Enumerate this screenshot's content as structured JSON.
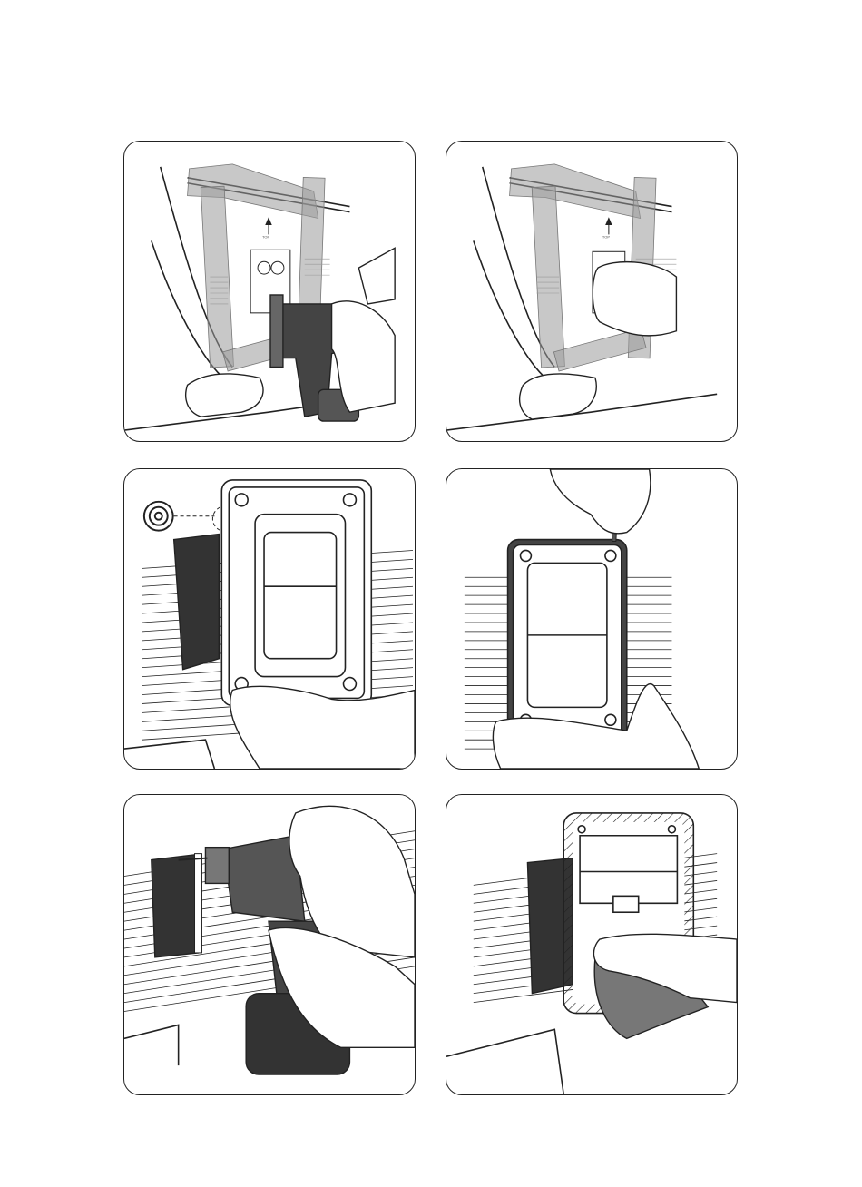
{
  "document": {
    "type": "installation-instructions",
    "page_colors": {
      "line": "#222222",
      "tape": "#9a9a9a",
      "dark_fill": "#333333",
      "paper": "#ffffff"
    },
    "panels": [
      {
        "id": "step-1",
        "tape_label": "TOP",
        "marks": [
          "",
          ""
        ],
        "icons": [
          "masking-tape-icon",
          "jigsaw-icon",
          "hand-icon"
        ]
      },
      {
        "id": "step-2",
        "tape_label": "TOP",
        "marks": [
          "",
          ""
        ],
        "icons": [
          "masking-tape-icon",
          "hand-icon"
        ]
      },
      {
        "id": "step-3",
        "icons": [
          "sealant-tape-roll-icon",
          "frame-icon",
          "hand-icon"
        ]
      },
      {
        "id": "step-4",
        "icons": [
          "screwdriver-icon",
          "frame-icon",
          "hand-icon"
        ]
      },
      {
        "id": "step-5",
        "icons": [
          "cordless-drill-icon",
          "hand-icon"
        ]
      },
      {
        "id": "step-6",
        "icons": [
          "hatched-gasket-frame-icon",
          "cleaning-cloth-icon",
          "hand-icon"
        ]
      }
    ]
  }
}
